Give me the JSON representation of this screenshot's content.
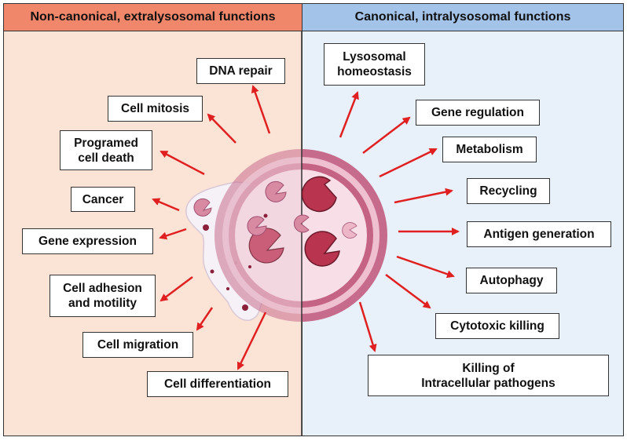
{
  "left_panel": {
    "title": "Non-canonical, extralysosomal functions",
    "items": [
      {
        "label": "DNA repair"
      },
      {
        "label": "Cell mitosis"
      },
      {
        "label": "Programed\ncell death"
      },
      {
        "label": "Cancer"
      },
      {
        "label": "Gene expression"
      },
      {
        "label": "Cell adhesion\nand motility"
      },
      {
        "label": "Cell migration"
      },
      {
        "label": "Cell differentiation"
      }
    ]
  },
  "right_panel": {
    "title": "Canonical, intralysosomal functions",
    "items": [
      {
        "label": "Lysosomal\nhomeostasis"
      },
      {
        "label": "Gene regulation"
      },
      {
        "label": "Metabolism"
      },
      {
        "label": "Recycling"
      },
      {
        "label": "Antigen generation"
      },
      {
        "label": "Autophagy"
      },
      {
        "label": "Cytotoxic killing"
      },
      {
        "label": "Killing of\nIntracellular pathogens"
      }
    ]
  },
  "colors": {
    "left_panel_bg": "#fbe3d5",
    "left_header_bg": "#f0876a",
    "right_panel_bg": "#e8f1fa",
    "right_header_bg": "#a3c3e8",
    "arrow": "#e02020",
    "lysosome_membrane": "#c76b8c",
    "enzyme_dark": "#b8344f",
    "enzyme_light": "#d98aa3"
  }
}
